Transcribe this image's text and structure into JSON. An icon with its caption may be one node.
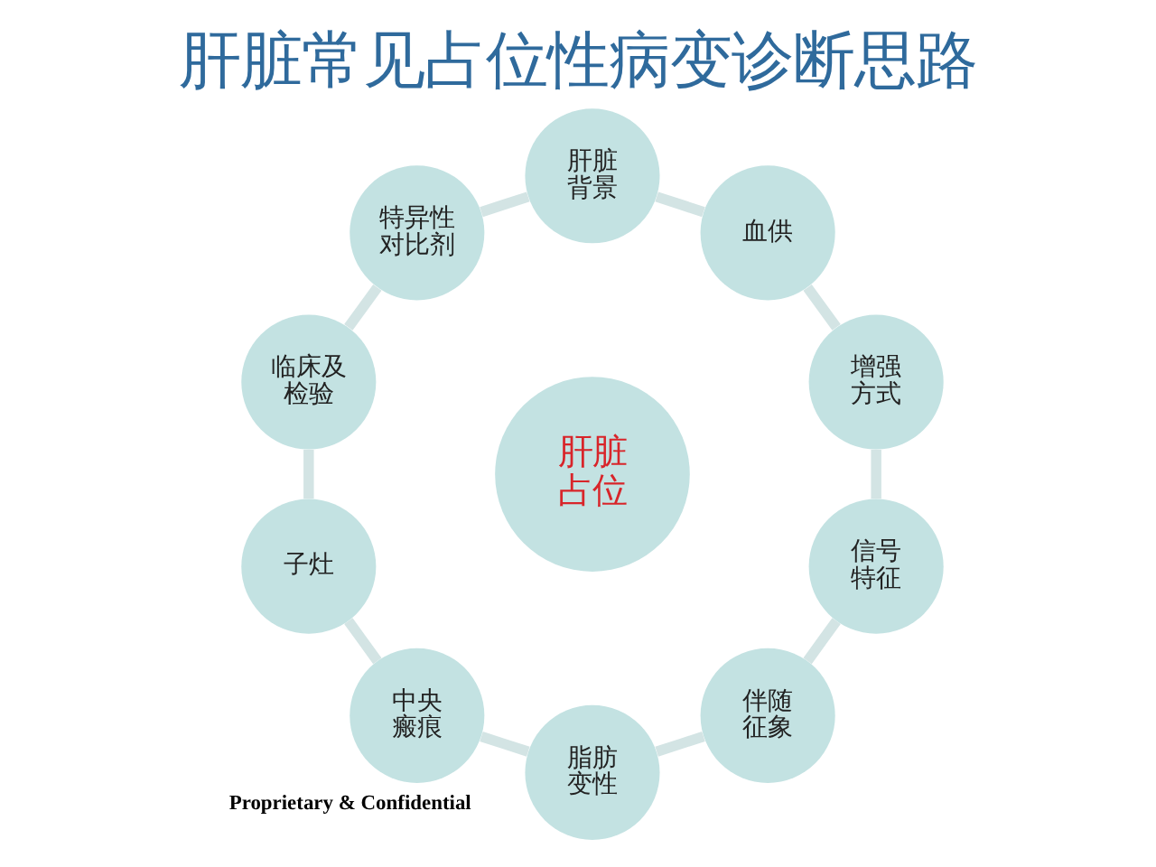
{
  "diagram": {
    "title": "肝脏常见占位性病变诊断思路",
    "nodes": [
      {
        "text": [
          "肝脏占位"
        ]
      },
      {
        "text": [
          "肝脏背景"
        ]
      },
      {
        "text": [
          "血供"
        ]
      },
      {
        "text": [
          "增强方式"
        ]
      },
      {
        "text": [
          "信号特征"
        ]
      },
      {
        "text": [
          "伴随征象"
        ]
      },
      {
        "text": [
          "脂肪变性"
        ]
      },
      {
        "text": [
          "中央瘢痕"
        ]
      },
      {
        "text": [
          "子灶"
        ]
      },
      {
        "text": [
          "临床及检验"
        ]
      },
      {
        "text": [
          "特异性对比剂"
        ]
      }
    ],
    "edges": [
      {
        "from": 1,
        "to": 2,
        "arrow": "none"
      },
      {
        "from": 2,
        "to": 3,
        "arrow": "none"
      },
      {
        "from": 3,
        "to": 4,
        "arrow": "none"
      },
      {
        "from": 4,
        "to": 5,
        "arrow": "none"
      },
      {
        "from": 5,
        "to": 6,
        "arrow": "none"
      },
      {
        "from": 6,
        "to": 7,
        "arrow": "none"
      },
      {
        "from": 7,
        "to": 8,
        "arrow": "none"
      },
      {
        "from": 8,
        "to": 9,
        "arrow": "none"
      },
      {
        "from": 9,
        "to": 10,
        "arrow": "none"
      },
      {
        "from": 10,
        "to": 1,
        "arrow": "none"
      }
    ],
    "labels": [
      "Proprietary & Confidential"
    ]
  }
}
